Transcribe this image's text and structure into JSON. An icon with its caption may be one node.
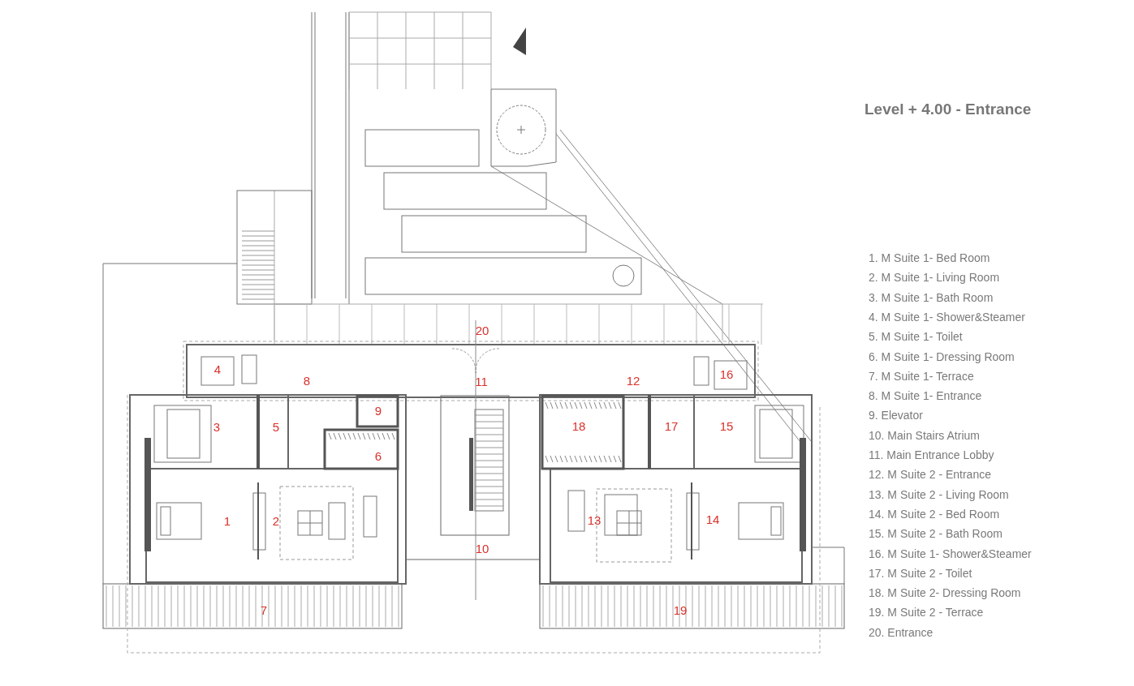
{
  "diagram": {
    "title": "Level + 4.00 - Entrance",
    "labels": [
      "20",
      "4",
      "8",
      "9",
      "11",
      "12",
      "16",
      "3",
      "5",
      "18",
      "17",
      "15",
      "6",
      "1",
      "2",
      "13",
      "14",
      "10",
      "7",
      "19",
      "1. M Suite 1- Bed Room",
      "2. M Suite 1- Living Room",
      "3. M Suite 1- Bath Room",
      "4. M Suite 1- Shower&Steamer",
      "5. M Suite 1- Toilet",
      "6. M Suite 1- Dressing Room",
      "7. M Suite 1- Terrace",
      "8. M Suite 1- Entrance",
      "9. Elevator",
      "10. Main Stairs Atrium",
      "11. Main Entrance Lobby",
      "12. M Suite 2 - Entrance",
      "13. M Suite 2 - Living Room",
      "14. M Suite 2 - Bed Room",
      "15. M Suite 2 - Bath Room",
      "16. M Suite 1- Shower&Steamer",
      "17. M Suite 2 - Toilet",
      "18. M Suite 2- Dressing Room",
      "19. M Suite 2 - Terrace",
      "20. Entrance"
    ]
  }
}
